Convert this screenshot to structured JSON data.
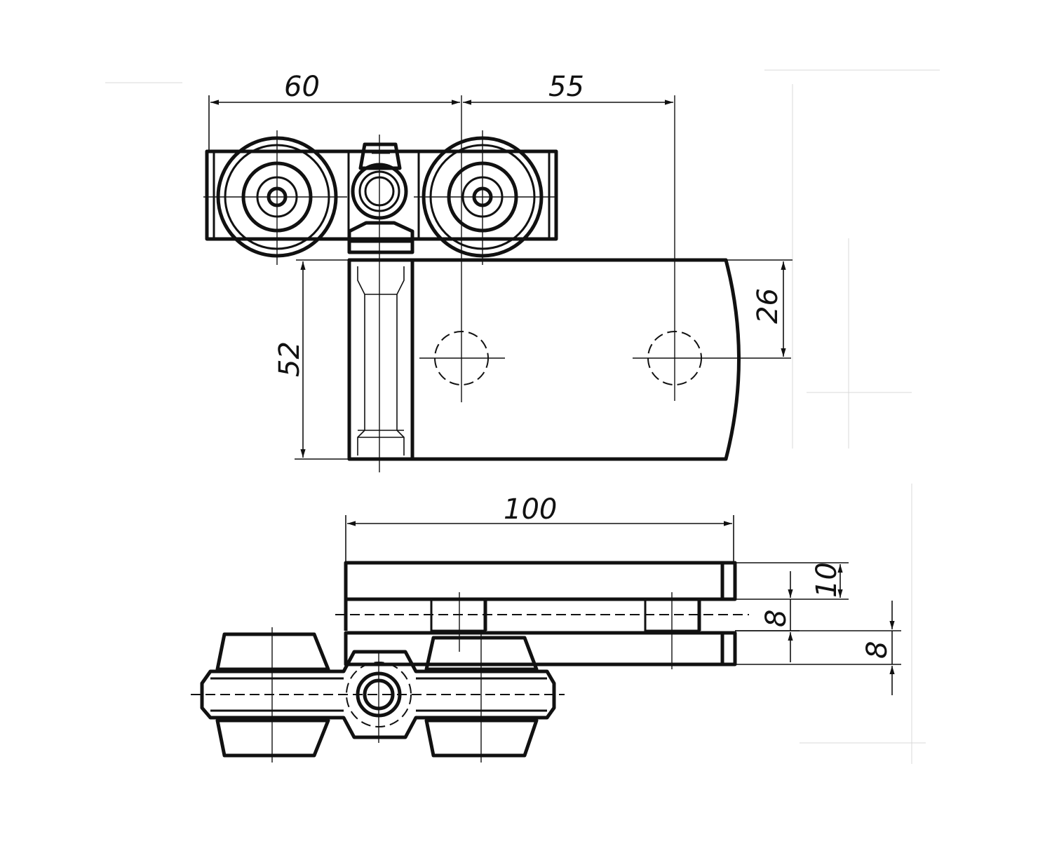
{
  "dimensions": {
    "dim_60": "60",
    "dim_55": "55",
    "dim_52": "52",
    "dim_26": "26",
    "dim_100": "100",
    "dim_10": "10",
    "dim_8_a": "8",
    "dim_8_b": "8"
  },
  "colors": {
    "line": "#111111",
    "background": "#ffffff"
  }
}
